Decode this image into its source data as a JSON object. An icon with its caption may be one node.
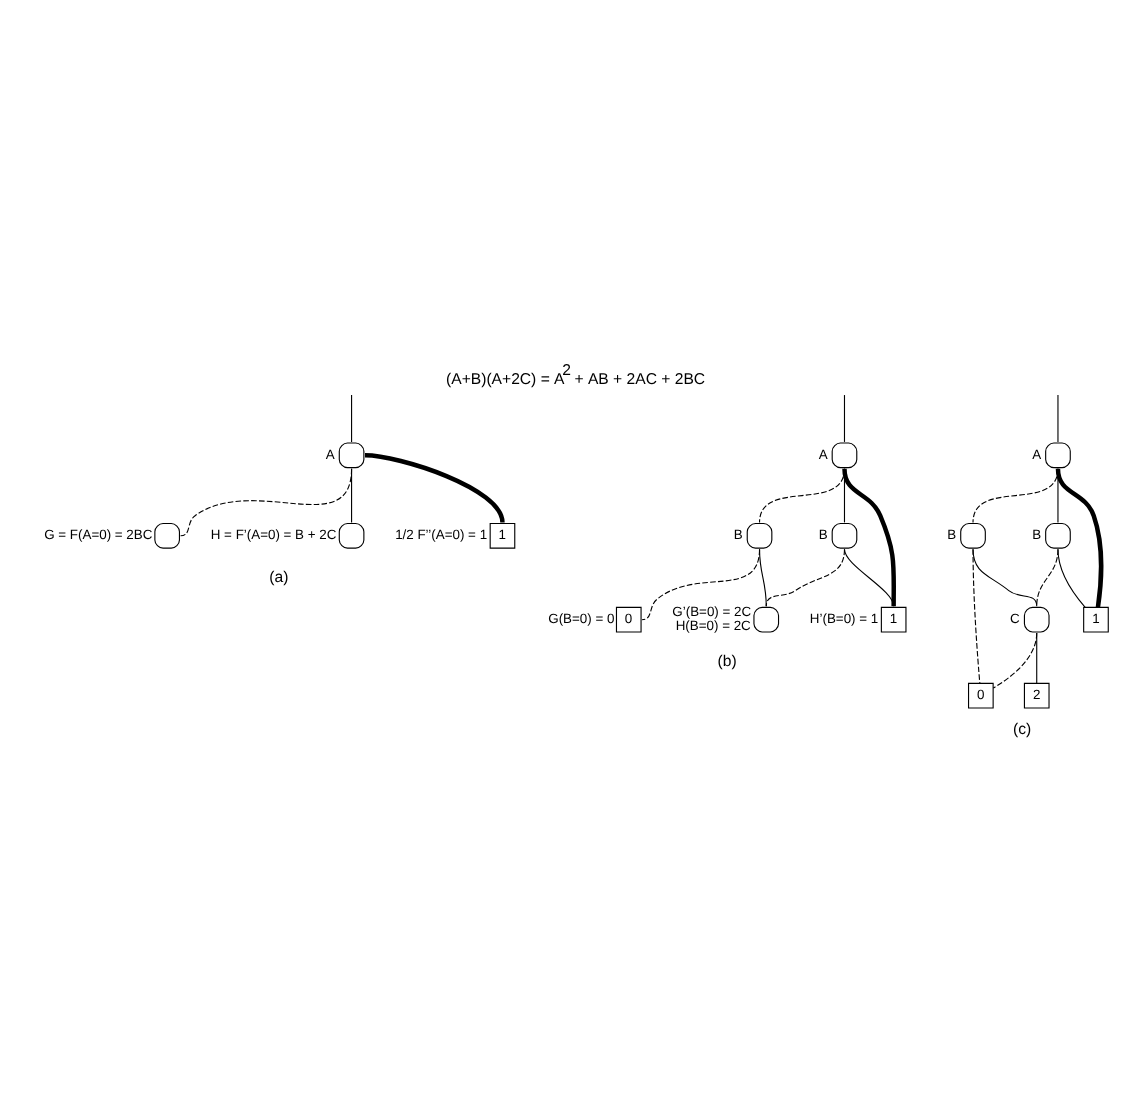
{
  "diagram": {
    "title": "(A+B)(A+2C) = A$^{2}$ + AB + 2AC + 2BC",
    "nodes": [
      {
        "text": [],
        "shape": "circle",
        "beside": [
          "A"
        ]
      },
      {
        "text": [],
        "shape": "circle",
        "beside": [
          "G = F(A=0) = 2BC"
        ]
      },
      {
        "text": [],
        "shape": "circle",
        "beside": [
          "H = F’(A=0) = B + 2C"
        ]
      },
      {
        "text": [
          "1"
        ],
        "beside": [
          "1/2 F’’(A=0) = 1"
        ]
      },
      {
        "text": [],
        "shape": "circle",
        "beside": [
          "A"
        ]
      },
      {
        "text": [],
        "shape": "circle",
        "beside": [
          "B"
        ]
      },
      {
        "text": [],
        "shape": "circle",
        "beside": [
          "B"
        ]
      },
      {
        "text": [],
        "shape": "circle",
        "beside": [
          "G’(B=0) = 2C",
          "H(B=0) = 2C"
        ]
      },
      {
        "text": [
          "0"
        ],
        "beside": [
          "G(B=0) = 0"
        ]
      },
      {
        "text": [
          "1"
        ],
        "beside": [
          "H’(B=0) = 1"
        ]
      },
      {
        "text": [],
        "shape": "circle",
        "beside": [
          "A"
        ]
      },
      {
        "text": [],
        "shape": "circle",
        "beside": [
          "B"
        ]
      },
      {
        "text": [],
        "shape": "circle",
        "beside": [
          "B"
        ]
      },
      {
        "text": [],
        "shape": "circle",
        "beside": [
          "C"
        ]
      },
      {
        "text": [
          "0"
        ]
      },
      {
        "text": [
          "2"
        ]
      },
      {
        "text": [
          "1"
        ]
      }
    ],
    "edges": [
      {
        "from": null,
        "to": 0,
        "arrow": "none"
      },
      {
        "from": 0,
        "to": 1,
        "arrow": "none",
        "style": "dashed"
      },
      {
        "from": 0,
        "to": 2,
        "arrow": "none"
      },
      {
        "from": 0,
        "to": 3,
        "arrow": "none",
        "style": "thick"
      },
      {
        "from": null,
        "to": 4,
        "arrow": "none"
      },
      {
        "from": 4,
        "to": 5,
        "arrow": "none",
        "style": "dashed"
      },
      {
        "from": 4,
        "to": 6,
        "arrow": "none"
      },
      {
        "from": 4,
        "to": 9,
        "arrow": "none",
        "style": "thick"
      },
      {
        "from": 5,
        "to": 8,
        "arrow": "none",
        "style": "dashed"
      },
      {
        "from": 5,
        "to": 7,
        "arrow": "none"
      },
      {
        "from": 6,
        "to": 7,
        "arrow": "none",
        "style": "dashed"
      },
      {
        "from": 6,
        "to": 9,
        "arrow": "none"
      },
      {
        "from": null,
        "to": 10,
        "arrow": "none"
      },
      {
        "from": 10,
        "to": 11,
        "arrow": "none",
        "style": "dashed"
      },
      {
        "from": 10,
        "to": 12,
        "arrow": "none"
      },
      {
        "from": 10,
        "to": 16,
        "arrow": "none",
        "style": "thick"
      },
      {
        "from": 11,
        "to": 14,
        "arrow": "none",
        "style": "dashed"
      },
      {
        "from": 11,
        "to": 13,
        "arrow": "none"
      },
      {
        "from": 12,
        "to": 13,
        "arrow": "none",
        "style": "dashed"
      },
      {
        "from": 12,
        "to": 16,
        "arrow": "none"
      },
      {
        "from": 13,
        "to": 14,
        "arrow": "none",
        "style": "dashed"
      },
      {
        "from": 13,
        "to": 15,
        "arrow": "none"
      }
    ],
    "labels": [
      "(a)",
      "(b)",
      "(c)"
    ]
  }
}
